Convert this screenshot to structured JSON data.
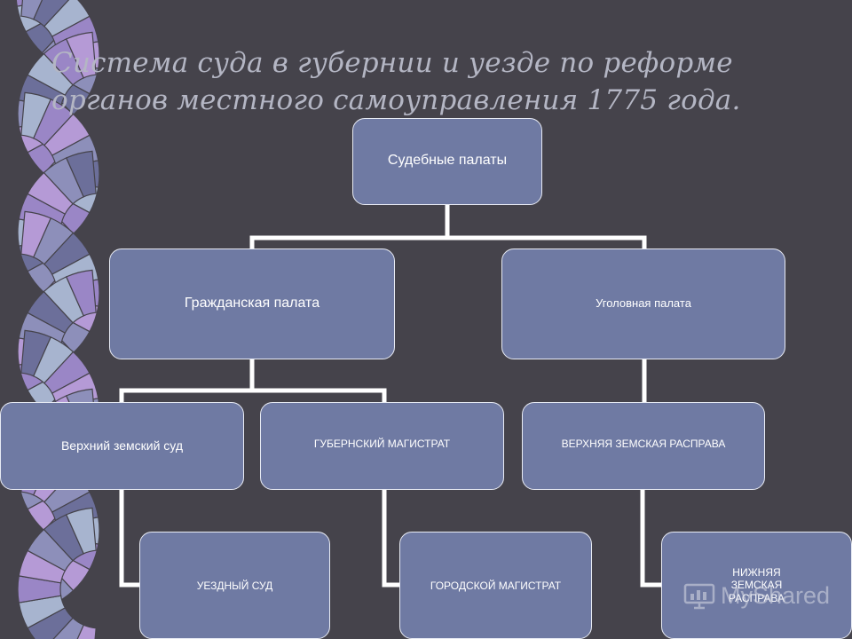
{
  "title": {
    "line1": "Система суда в губернии и уезде по реформе",
    "line2": "органов местного самоуправления 1775 года."
  },
  "nodes": {
    "root": "Судебные палаты",
    "civil": "Гражданская палата",
    "criminal": "Уголовная палата",
    "upper_zemsky_court": "Верхний земский суд",
    "provincial_magistrate": "ГУБЕРНСКИЙ МАГИСТРАТ",
    "upper_zemsky_rasprava": "ВЕРХНЯЯ ЗЕМСКАЯ РАСПРАВА",
    "uezd_court": "УЕЗДНЫЙ СУД",
    "city_magistrate": "ГОРОДСКОЙ МАГИСТРАТ",
    "lower_zemsky_rasprava": {
      "line1": "НИЖНЯЯ",
      "line2": "ЗЕМСКАЯ",
      "line3": "РАСПРАВА"
    }
  },
  "watermark": {
    "text": "MyShared",
    "icon": "presentation-board-icon"
  },
  "colors": {
    "background": "#45434b",
    "node_fill": "#6f7aa3",
    "node_border": "#e8ebf4",
    "connector": "#ffffff",
    "title": "#b4b6c4",
    "ornament": [
      "#b59ad6",
      "#8d8fba",
      "#6c6f9a",
      "#a7b4cf",
      "#9a86c6"
    ]
  }
}
